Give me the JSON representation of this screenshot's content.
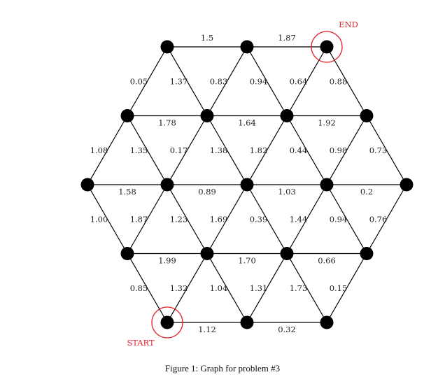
{
  "graph": {
    "nodes": [
      {
        "id": "a",
        "row": 0,
        "col": -1
      },
      {
        "id": "b",
        "row": 0,
        "col": 1
      },
      {
        "id": "c",
        "row": 0,
        "col": 3
      },
      {
        "id": "d",
        "row": 1,
        "col": -2
      },
      {
        "id": "e",
        "row": 1,
        "col": 0
      },
      {
        "id": "f",
        "row": 1,
        "col": 2
      },
      {
        "id": "g",
        "row": 1,
        "col": 4
      },
      {
        "id": "h",
        "row": 2,
        "col": -3
      },
      {
        "id": "i",
        "row": 2,
        "col": -1
      },
      {
        "id": "j",
        "row": 2,
        "col": 1
      },
      {
        "id": "k",
        "row": 2,
        "col": 3
      },
      {
        "id": "l",
        "row": 2,
        "col": 5
      },
      {
        "id": "m",
        "row": 3,
        "col": -2
      },
      {
        "id": "n",
        "row": 3,
        "col": 0
      },
      {
        "id": "o",
        "row": 3,
        "col": 2
      },
      {
        "id": "p",
        "row": 3,
        "col": 4
      },
      {
        "id": "q",
        "row": 4,
        "col": -1
      },
      {
        "id": "r",
        "row": 4,
        "col": 1
      },
      {
        "id": "s",
        "row": 4,
        "col": 3
      }
    ],
    "edges": [
      {
        "from": "a",
        "to": "b",
        "weight": "1.5"
      },
      {
        "from": "b",
        "to": "c",
        "weight": "1.87"
      },
      {
        "from": "a",
        "to": "d",
        "weight": "0.05"
      },
      {
        "from": "a",
        "to": "e",
        "weight": "1.37"
      },
      {
        "from": "b",
        "to": "e",
        "weight": "0.83"
      },
      {
        "from": "b",
        "to": "f",
        "weight": "0.94"
      },
      {
        "from": "c",
        "to": "f",
        "weight": "0.64"
      },
      {
        "from": "c",
        "to": "g",
        "weight": "0.88"
      },
      {
        "from": "d",
        "to": "e",
        "weight": "1.78"
      },
      {
        "from": "e",
        "to": "f",
        "weight": "1.64"
      },
      {
        "from": "f",
        "to": "g",
        "weight": "1.92"
      },
      {
        "from": "d",
        "to": "h",
        "weight": "1.08"
      },
      {
        "from": "d",
        "to": "i",
        "weight": "1.35"
      },
      {
        "from": "e",
        "to": "i",
        "weight": "0.17"
      },
      {
        "from": "e",
        "to": "j",
        "weight": "1.38"
      },
      {
        "from": "f",
        "to": "j",
        "weight": "1.82"
      },
      {
        "from": "f",
        "to": "k",
        "weight": "0.44"
      },
      {
        "from": "g",
        "to": "k",
        "weight": "0.98"
      },
      {
        "from": "g",
        "to": "l",
        "weight": "0.73"
      },
      {
        "from": "h",
        "to": "i",
        "weight": "1.58"
      },
      {
        "from": "i",
        "to": "j",
        "weight": "0.89"
      },
      {
        "from": "j",
        "to": "k",
        "weight": "1.03"
      },
      {
        "from": "k",
        "to": "l",
        "weight": "0.2"
      },
      {
        "from": "h",
        "to": "m",
        "weight": "1.00"
      },
      {
        "from": "i",
        "to": "m",
        "weight": "1.87"
      },
      {
        "from": "i",
        "to": "n",
        "weight": "1.23"
      },
      {
        "from": "j",
        "to": "n",
        "weight": "1.69"
      },
      {
        "from": "j",
        "to": "o",
        "weight": "0.39"
      },
      {
        "from": "k",
        "to": "o",
        "weight": "1.44"
      },
      {
        "from": "k",
        "to": "p",
        "weight": "0.94"
      },
      {
        "from": "l",
        "to": "p",
        "weight": "0.76"
      },
      {
        "from": "m",
        "to": "n",
        "weight": "1.99"
      },
      {
        "from": "n",
        "to": "o",
        "weight": "1.70"
      },
      {
        "from": "o",
        "to": "p",
        "weight": "0.66"
      },
      {
        "from": "m",
        "to": "q",
        "weight": "0.85"
      },
      {
        "from": "n",
        "to": "q",
        "weight": "1.32"
      },
      {
        "from": "n",
        "to": "r",
        "weight": "1.04"
      },
      {
        "from": "o",
        "to": "r",
        "weight": "1.31"
      },
      {
        "from": "o",
        "to": "s",
        "weight": "1.73"
      },
      {
        "from": "p",
        "to": "s",
        "weight": "0.15"
      },
      {
        "from": "q",
        "to": "r",
        "weight": "1.12"
      },
      {
        "from": "r",
        "to": "s",
        "weight": "0.32"
      }
    ],
    "start": {
      "node": "q",
      "label": "START"
    },
    "end": {
      "node": "c",
      "label": "END"
    }
  },
  "caption": "Figure 1: Graph for problem #3",
  "colors": {
    "marker": "#e0242c",
    "node": "#000000"
  }
}
